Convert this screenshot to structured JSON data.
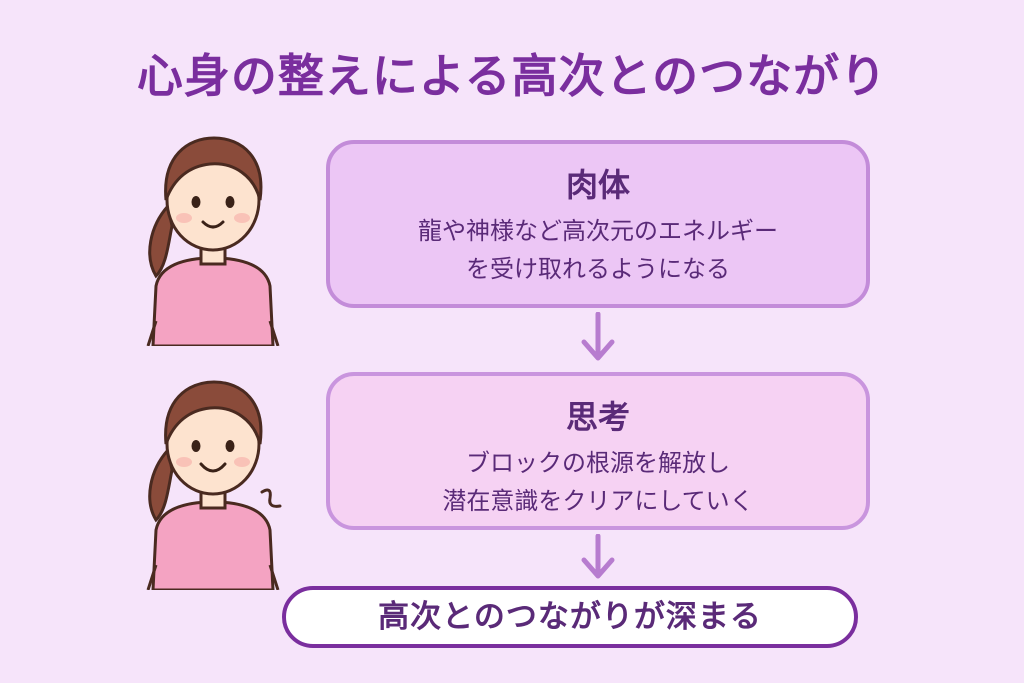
{
  "title": "心身の整えによる高次とのつながり",
  "steps": [
    {
      "heading": "肉体",
      "lines": [
        "龍や神様など高次元のエネルギー",
        "を受け取れるようになる"
      ]
    },
    {
      "heading": "思考",
      "lines": [
        "ブロックの根源を解放し",
        "潜在意識をクリアにしていく"
      ]
    }
  ],
  "result": "高次とのつながりが深まる",
  "colors": {
    "background": "#f6e4fa",
    "title": "#7a2e9e",
    "box_flesh_fill": "#ecc6f5",
    "box_thought_fill": "#f6d2f3",
    "box_border": "#c38cd9",
    "arrow": "#b77ccf",
    "result_border": "#7a2e9e",
    "text": "#5a2a78",
    "shirt": "#f4a3c2",
    "hair": "#8a4b3a",
    "skin": "#fde3cf"
  },
  "icons": [
    "girl-illustration",
    "girl-illustration-smiling",
    "arrow-down-icon"
  ]
}
